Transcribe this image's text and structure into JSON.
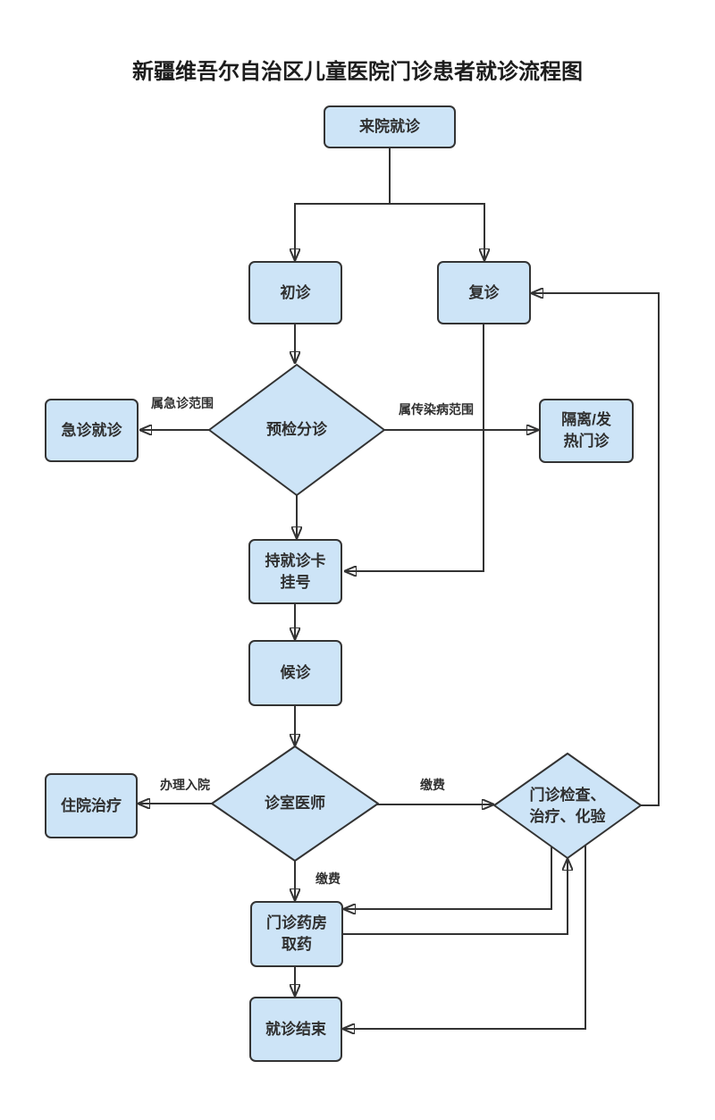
{
  "title": "新疆维吾尔自治区儿童医院门诊患者就诊流程图",
  "colors": {
    "node_fill": "#cde4f7",
    "node_border": "#343434",
    "line": "#333333",
    "text": "#2f2f2f",
    "background": "#ffffff"
  },
  "nodes": {
    "arrive": {
      "label": "来院就诊",
      "shape": "rect"
    },
    "first": {
      "label": "初诊",
      "shape": "rect"
    },
    "return": {
      "label": "复诊",
      "shape": "rect"
    },
    "triage": {
      "label": "预检分诊",
      "shape": "diamond"
    },
    "emergency": {
      "label": "急诊就诊",
      "shape": "rect"
    },
    "isolation": {
      "label": "隔离/发\n热门诊",
      "shape": "rect"
    },
    "register": {
      "label": "持就诊卡\n挂号",
      "shape": "rect"
    },
    "waiting": {
      "label": "候诊",
      "shape": "rect"
    },
    "doctor": {
      "label": "诊室医师",
      "shape": "diamond"
    },
    "hospital": {
      "label": "住院治疗",
      "shape": "rect"
    },
    "tests": {
      "label": "门诊检查、\n治疗、化验",
      "shape": "diamond"
    },
    "pharmacy": {
      "label": "门诊药房\n取药",
      "shape": "rect"
    },
    "end": {
      "label": "就诊结束",
      "shape": "rect"
    }
  },
  "edge_labels": {
    "emergency_scope": "属急诊范围",
    "infectious_scope": "属传染病范围",
    "admission": "办理入院",
    "pay_tests": "缴费",
    "pay_pharmacy": "缴费"
  },
  "edges": [
    {
      "from": "arrive",
      "to": "first"
    },
    {
      "from": "arrive",
      "to": "return"
    },
    {
      "from": "first",
      "to": "triage"
    },
    {
      "from": "return",
      "to": "register"
    },
    {
      "from": "triage",
      "to": "emergency",
      "label": "属急诊范围"
    },
    {
      "from": "triage",
      "to": "isolation",
      "label": "属传染病范围"
    },
    {
      "from": "triage",
      "to": "register"
    },
    {
      "from": "register",
      "to": "waiting"
    },
    {
      "from": "waiting",
      "to": "doctor"
    },
    {
      "from": "doctor",
      "to": "hospital",
      "label": "办理入院"
    },
    {
      "from": "doctor",
      "to": "tests",
      "label": "缴费"
    },
    {
      "from": "doctor",
      "to": "pharmacy",
      "label": "缴费"
    },
    {
      "from": "tests",
      "to": "return"
    },
    {
      "from": "tests",
      "to": "pharmacy"
    },
    {
      "from": "pharmacy",
      "to": "tests"
    },
    {
      "from": "tests",
      "to": "end"
    },
    {
      "from": "pharmacy",
      "to": "end"
    }
  ]
}
